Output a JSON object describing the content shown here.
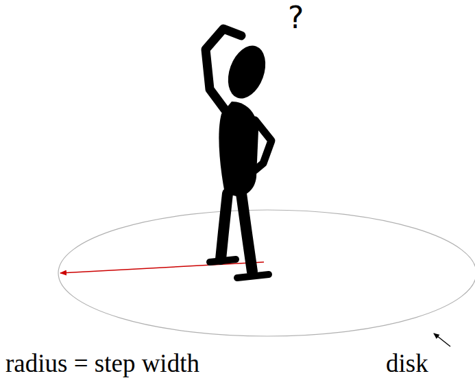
{
  "diagram": {
    "labels": [
      "?",
      "radius = step width",
      "disk"
    ]
  }
}
